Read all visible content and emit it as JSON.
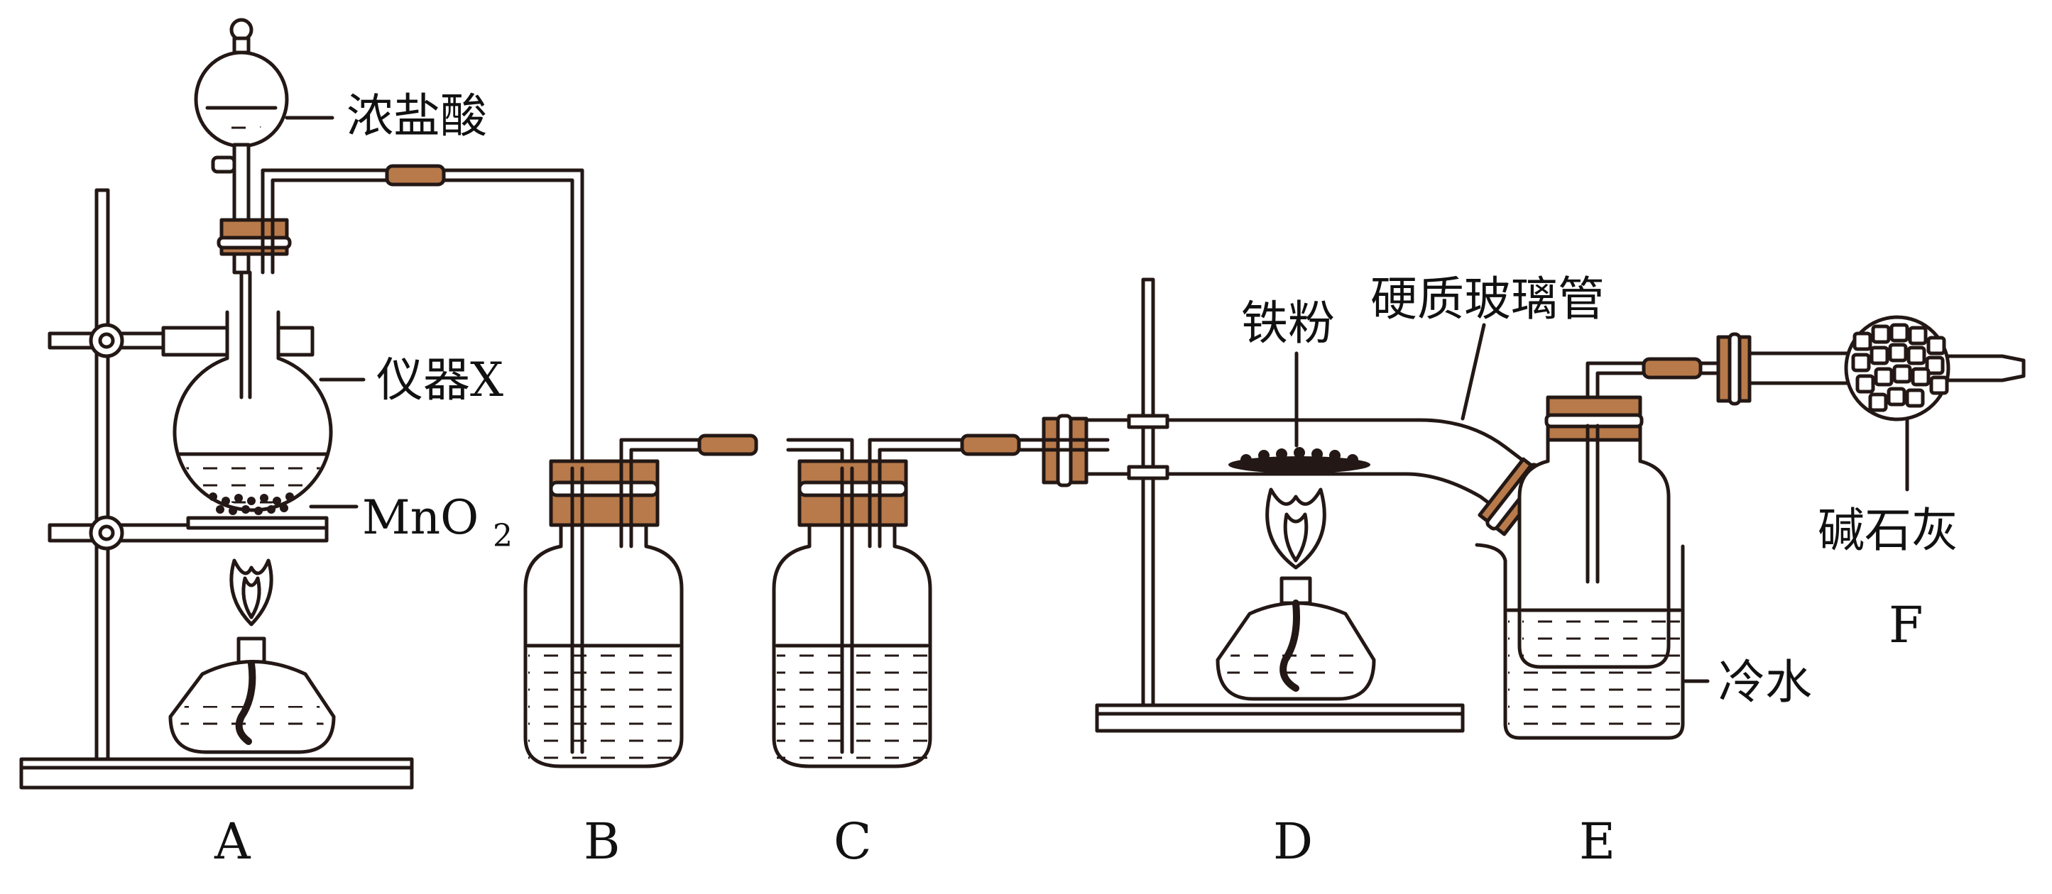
{
  "labels": {
    "conc_hcl": "浓盐酸",
    "instrument_x": "仪器X",
    "mno2_base": "MnO",
    "mno2_sub": "2",
    "iron_powder": "铁粉",
    "hard_glass_tube": "硬质玻璃管",
    "soda_lime": "碱石灰",
    "cold_water": "冷水"
  },
  "station_letters": {
    "a": "A",
    "b": "B",
    "c": "C",
    "d": "D",
    "e": "E",
    "f": "F"
  },
  "colors": {
    "stroke": "#231815",
    "rubber": "#b87a4a",
    "liquid_line": "#231815"
  },
  "icons": {
    "flame": "alcohol-lamp-flame",
    "clamp": "clamp-knob",
    "granules": "solid-granules"
  }
}
